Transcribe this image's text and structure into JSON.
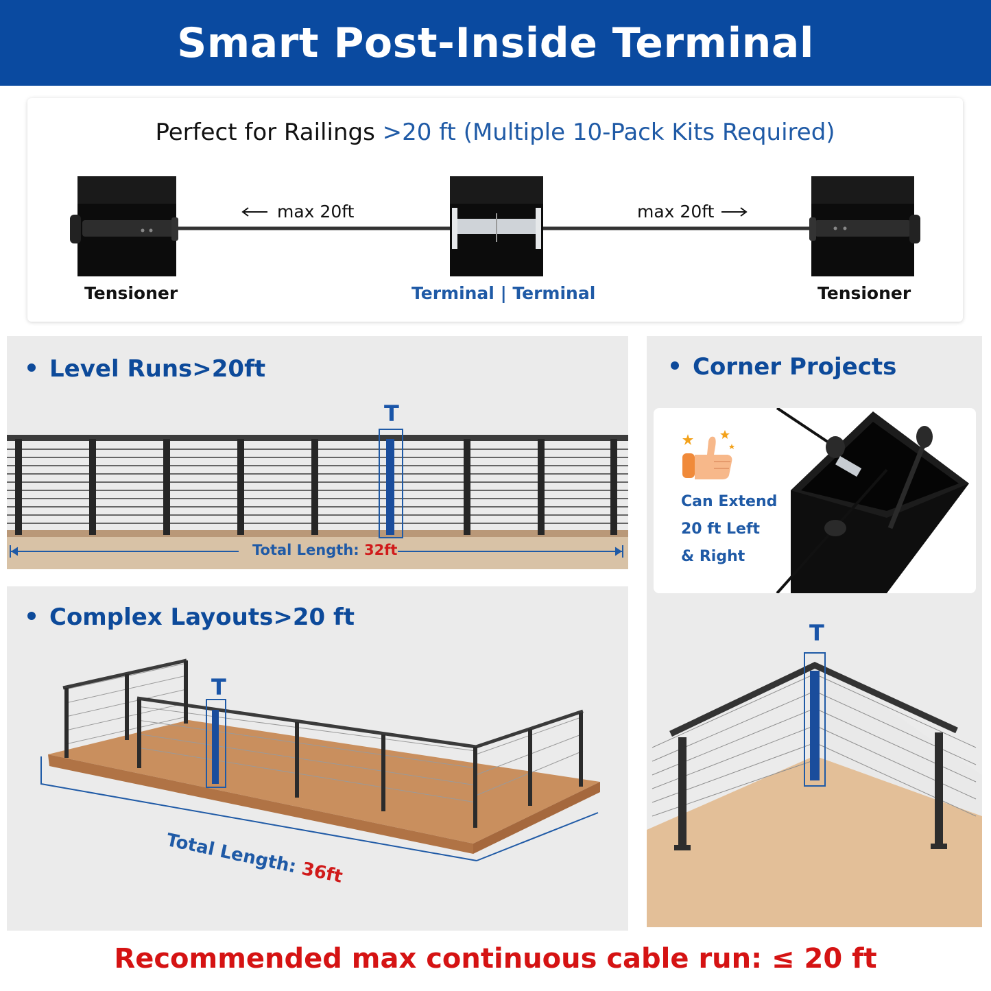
{
  "header": {
    "title": "Smart Post-Inside Terminal"
  },
  "top_card": {
    "subtitle_prefix": "Perfect for Railings",
    "subtitle_highlight": ">20 ft (Multiple 10-Pack Kits Required)",
    "left_distance": "max 20ft",
    "right_distance": "max 20ft",
    "left_label": "Tensioner",
    "center_label": "Terminal | Terminal",
    "right_label": "Tensioner"
  },
  "level_runs": {
    "title": "Level Runs>20ft",
    "marker": "T",
    "total_prefix": "Total Length:",
    "total_value": "32ft"
  },
  "complex_layouts": {
    "title": "Complex Layouts>20 ft",
    "marker": "T",
    "total_prefix": "Total Length:",
    "total_value": "36ft"
  },
  "corner_projects": {
    "title": "Corner Projects",
    "extend_lines": [
      "Can Extend",
      "20 ft Left",
      "& Right"
    ],
    "marker": "T"
  },
  "footer": {
    "text": "Recommended max continuous cable run: ≤ 20 ft"
  },
  "colors": {
    "brand_blue": "#0a4aa0",
    "accent_blue": "#1f5aa6",
    "warning_red": "#d51313",
    "panel_gray": "#ebebeb"
  },
  "icons": [
    "thumbs-up-icon",
    "arrow-left-icon",
    "arrow-right-icon"
  ]
}
